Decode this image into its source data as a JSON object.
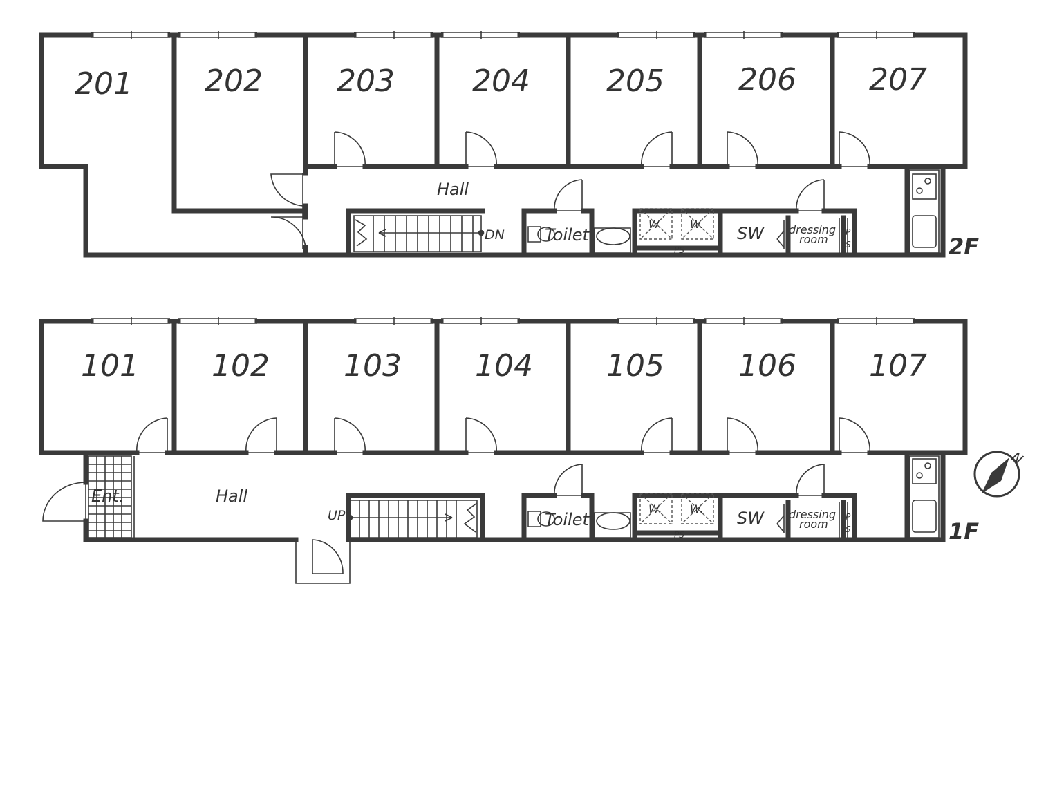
{
  "floors": [
    {
      "label": "2F",
      "rooms": [
        "201",
        "202",
        "203",
        "204",
        "205",
        "206",
        "207"
      ],
      "hall": "Hall",
      "stair_label": "DN",
      "toilet": "Toilet",
      "washer": [
        "W.",
        "W."
      ],
      "ps": "PS",
      "sw": "SW",
      "dressing": [
        "dressing",
        "room"
      ],
      "ps_vertical": [
        "P",
        "S"
      ]
    },
    {
      "label": "1F",
      "rooms": [
        "101",
        "102",
        "103",
        "104",
        "105",
        "106",
        "107"
      ],
      "hall": "Hall",
      "stair_label": "UP",
      "entrance": "Ent.",
      "toilet": "Toilet",
      "washer": [
        "W.",
        "W."
      ],
      "ps": "PS",
      "sw": "SW",
      "dressing": [
        "dressing",
        "room"
      ],
      "ps_vertical": [
        "P",
        "S"
      ]
    }
  ],
  "compass": {
    "north": "N"
  },
  "colors": {
    "wall": "#3a3a3a",
    "text": "#333333",
    "background": "#ffffff"
  }
}
